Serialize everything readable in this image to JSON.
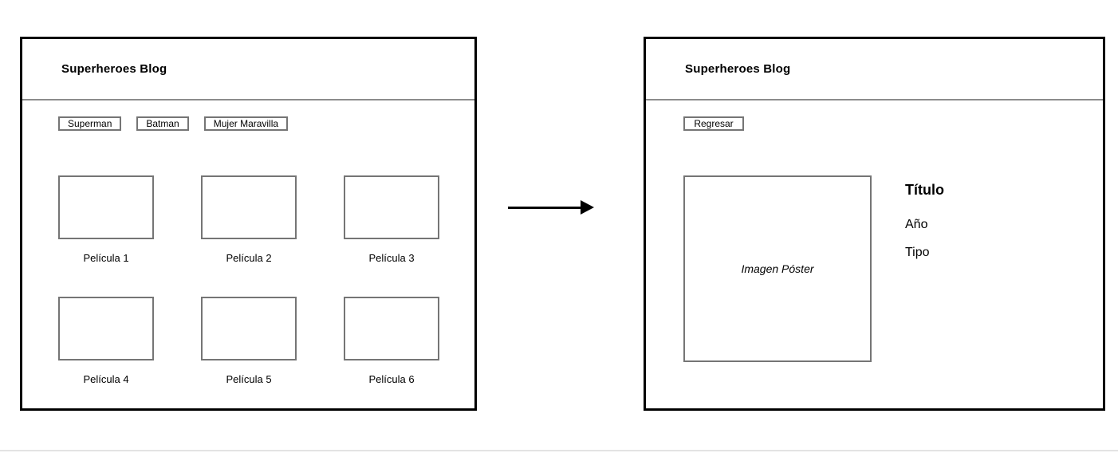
{
  "colors": {
    "panel_border": "#000000",
    "box_border": "#757575",
    "header_divider": "#8c8c8c",
    "bottom_rule": "#e3e3e3",
    "text": "#000000",
    "background": "#ffffff"
  },
  "left_screen": {
    "title": "Superheroes Blog",
    "nav_buttons": [
      {
        "label": "Superman"
      },
      {
        "label": "Batman"
      },
      {
        "label": "Mujer Maravilla"
      }
    ],
    "movies": [
      {
        "label": "Película 1"
      },
      {
        "label": "Película 2"
      },
      {
        "label": "Película 3"
      },
      {
        "label": "Película 4"
      },
      {
        "label": "Película 5"
      },
      {
        "label": "Película 6"
      }
    ]
  },
  "right_screen": {
    "title": "Superheroes Blog",
    "back_button_label": "Regresar",
    "poster_placeholder": "Imagen Póster",
    "fields": {
      "title": "Título",
      "year": "Año",
      "type": "Tipo"
    }
  }
}
